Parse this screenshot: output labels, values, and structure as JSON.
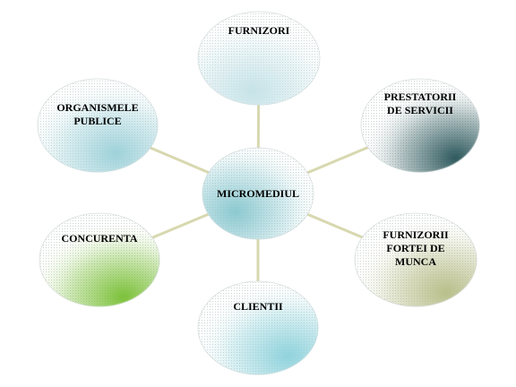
{
  "diagram": {
    "center": {
      "lines": [
        "MICROMEDIUL"
      ],
      "color": "#8cc9d0"
    },
    "nodes": [
      {
        "id": "furnizori",
        "lines": [
          "FURNIZORI"
        ],
        "color": "#c6e3e8"
      },
      {
        "id": "prestatorii",
        "lines": [
          "PRESTATORII",
          "DE SERVICII"
        ],
        "color": "#2f5a5e"
      },
      {
        "id": "furnizorii-fortei",
        "lines": [
          "FURNIZORII",
          "FORTEI DE",
          "MUNCA"
        ],
        "color": "#b8bf8a"
      },
      {
        "id": "clientii",
        "lines": [
          "CLIENTII"
        ],
        "color": "#90d3dc"
      },
      {
        "id": "concurenta",
        "lines": [
          "CONCURENTA"
        ],
        "color": "#7cc13a"
      },
      {
        "id": "organismele",
        "lines": [
          "ORGANISMELE",
          "PUBLICE"
        ],
        "color": "#9fd2da"
      }
    ],
    "connector_color": "#d8d8b0"
  }
}
